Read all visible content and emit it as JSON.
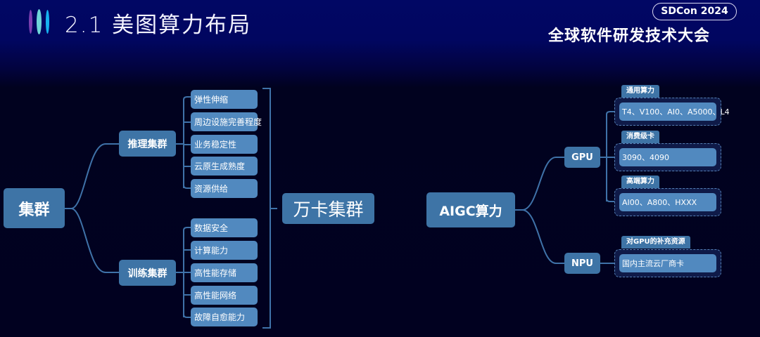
{
  "header": {
    "title": "2.1 美图算力布局",
    "logo_colors": [
      "#7b3fb0",
      "#6fd6d8",
      "#16b2f0"
    ],
    "conference_badge": "SDCon 2024",
    "conference_name": "全球软件研发技术大会"
  },
  "left_diagram": {
    "root": "集群",
    "branches": [
      {
        "label": "推理集群",
        "leaves": [
          "弹性伸缩",
          "周边设施完善程度",
          "业务稳定性",
          "云原生成熟度",
          "资源供给"
        ]
      },
      {
        "label": "训练集群",
        "leaves": [
          "数据安全",
          "计算能力",
          "高性能存储",
          "高性能网络",
          "故障自愈能力"
        ]
      }
    ],
    "summary": "万卡集群"
  },
  "right_diagram": {
    "root": "AIGC算力",
    "branches": [
      {
        "label": "GPU",
        "groups": [
          {
            "tag": "通用算力",
            "content": "T4、V100、AI0、A5000、L4"
          },
          {
            "tag": "消费级卡",
            "content": "3090、4090"
          },
          {
            "tag": "高端算力",
            "content": "AI00、A800、HXXX"
          }
        ]
      },
      {
        "label": "NPU",
        "groups": [
          {
            "tag": "对GPU的补充资源",
            "content": "国内主流云厂商卡"
          }
        ]
      }
    ]
  },
  "colors": {
    "node_dark": "#3e74a6",
    "node_leaf": "#5189bf",
    "connector": "#3f72a8",
    "background_top": "#010764",
    "background_bottom": "#010120"
  }
}
